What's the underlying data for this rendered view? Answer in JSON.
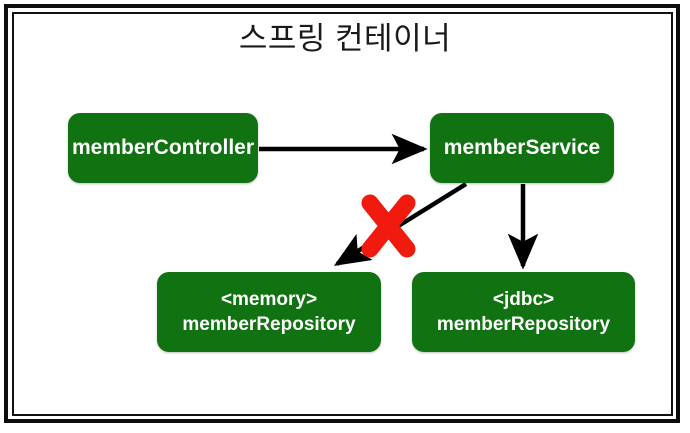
{
  "diagram": {
    "title": "스프링 컨테이너",
    "frame": {
      "border_color": "#0d0d0d",
      "background": "#ffffff"
    },
    "colors": {
      "node_fill": "#117211",
      "node_text": "#ffffff",
      "edge": "#000000",
      "blocked_marker": "#f01b0e",
      "title_text": "#1a1a1a"
    },
    "nodes": [
      {
        "id": "memberController",
        "label": "memberController",
        "line1": "memberController",
        "line2": ""
      },
      {
        "id": "memberService",
        "label": "memberService",
        "line1": "memberService",
        "line2": ""
      },
      {
        "id": "memoryMemberRepository",
        "label": "<memory> memberRepository",
        "line1": "<memory>",
        "line2": "memberRepository"
      },
      {
        "id": "jdbcMemberRepository",
        "label": "<jdbc> memberRepository",
        "line1": "<jdbc>",
        "line2": "memberRepository"
      }
    ],
    "edges": [
      {
        "id": "controller-to-service",
        "from": "memberController",
        "to": "memberService",
        "style": "solid-arrow",
        "blocked": false
      },
      {
        "id": "service-to-memory",
        "from": "memberService",
        "to": "memoryMemberRepository",
        "style": "solid-arrow",
        "blocked": true,
        "marker": "red-x"
      },
      {
        "id": "service-to-jdbc",
        "from": "memberService",
        "to": "jdbcMemberRepository",
        "style": "solid-arrow",
        "blocked": false
      }
    ],
    "markers": [
      {
        "id": "blocked-x",
        "icon": "red-x-icon",
        "on_edge": "service-to-memory"
      }
    ]
  }
}
